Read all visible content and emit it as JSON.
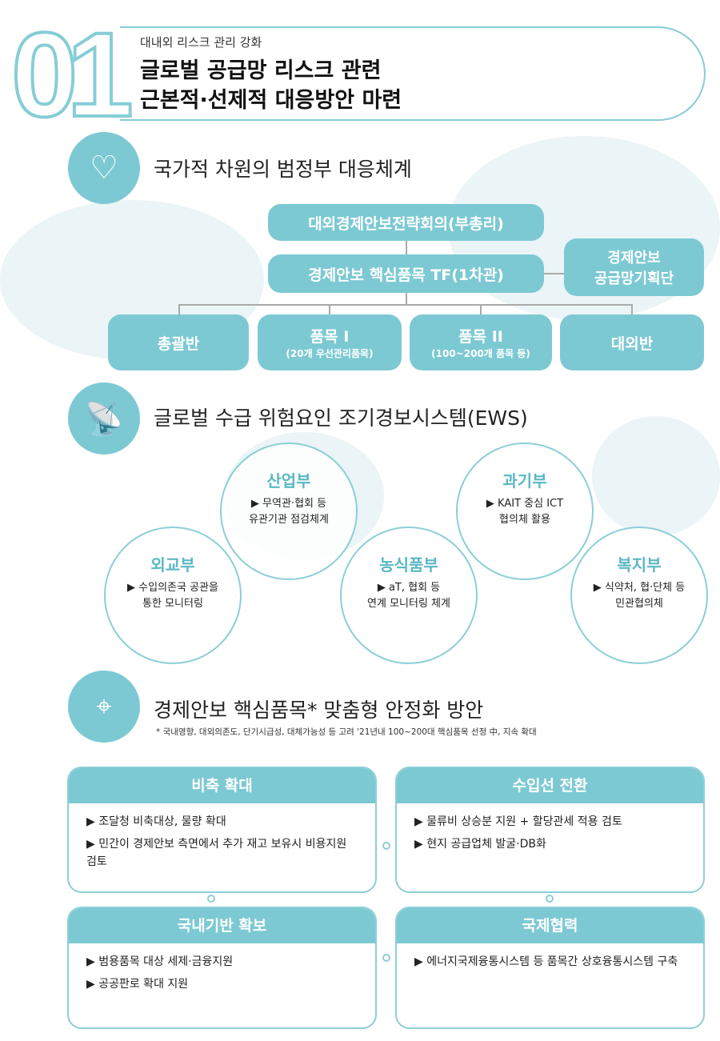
{
  "header": {
    "number": "01",
    "subtitle": "대내외 리스크 관리 강화",
    "title_line1": "글로벌 공급망 리스크 관련",
    "title_line2": "근본적·선제적 대응방안 마련"
  },
  "section1": {
    "title": "국가적 차원의 범정부 대응체계",
    "icon": "handshake-heart-icon",
    "top": "대외경제안보전략회의(부총리)",
    "tf": "경제안보 핵심품목 TF(1차관)",
    "side_line1": "경제안보",
    "side_line2": "공급망기획단",
    "teams": [
      {
        "label": "총괄반",
        "sub": ""
      },
      {
        "label": "품목 I",
        "sub": "(20개 우선관리품목)"
      },
      {
        "label": "품목 II",
        "sub": "(100~200개 품목 등)"
      },
      {
        "label": "대외반",
        "sub": ""
      }
    ]
  },
  "section2": {
    "title": "글로벌 수급 위험요인 조기경보시스템(EWS)",
    "icon": "satellite-dish-icon",
    "ministries": [
      {
        "name": "산업부",
        "line1": "▶ 무역관·협회 등",
        "line2": "유관기관 점검체계"
      },
      {
        "name": "외교부",
        "line1": "▶ 수입의존국 공관을",
        "line2": "통한 모니터링"
      },
      {
        "name": "농식품부",
        "line1": "▶ aT, 협회 등",
        "line2": "연계 모니터링 체계"
      },
      {
        "name": "과기부",
        "line1": "▶ KAIT 중심 ICT",
        "line2": "협의체 활용"
      },
      {
        "name": "복지부",
        "line1": "▶ 식약처, 협·단체 등",
        "line2": "민관협의체"
      }
    ]
  },
  "section3": {
    "title": "경제안보 핵심품목* 맞춤형 안정화 방안",
    "icon": "korea-map-icon",
    "footnote": "* 국내영향, 대외의존도, 단기시급성, 대체가능성 등 고려 '21년내 100~200대 핵심품목 선정 中, 지속 확대",
    "cards": [
      {
        "title": "비축 확대",
        "items": [
          "▶ 조달청 비축대상, 물량 확대",
          "▶ 민간이 경제안보 측면에서 추가 재고 보유시 비용지원 검토"
        ]
      },
      {
        "title": "수입선 전환",
        "items": [
          "▶ 물류비 상승분 지원 + 할당관세 적용 검토",
          "▶ 현지 공급업체 발굴·DB화"
        ]
      },
      {
        "title": "국내기반 확보",
        "items": [
          "▶ 범용품목 대상 세제·금융지원",
          "▶ 공공판로 확대 지원"
        ]
      },
      {
        "title": "국제협력",
        "items": [
          "▶ 에너지국제융통시스템 등 품목간 상호융통시스템 구축"
        ]
      }
    ]
  }
}
